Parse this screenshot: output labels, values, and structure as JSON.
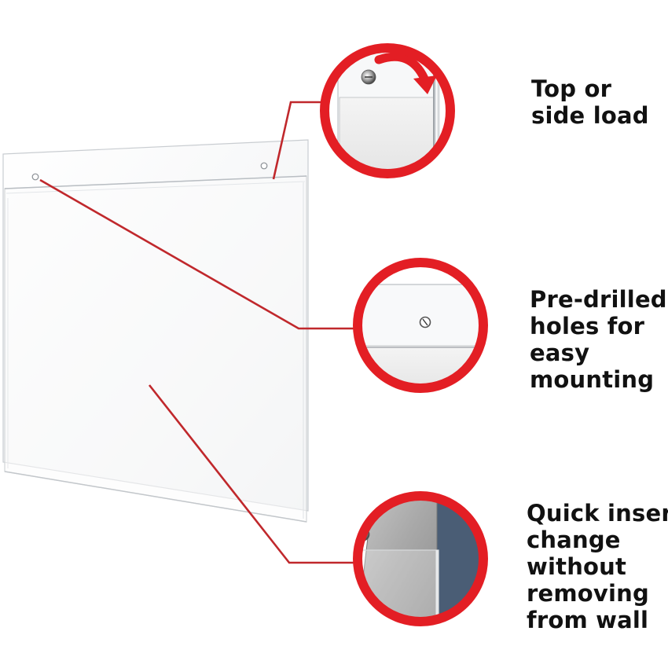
{
  "features": [
    {
      "id": "top-side-load",
      "lines": [
        "Top or",
        "side load"
      ]
    },
    {
      "id": "pre-drilled-holes",
      "lines": [
        "Pre-drilled",
        "holes for",
        "easy",
        "mounting"
      ]
    },
    {
      "id": "quick-insert-change",
      "lines": [
        "Quick insert",
        "change",
        "without",
        "removing",
        "from wall"
      ]
    }
  ],
  "colors": {
    "accent_red": "#e31e24",
    "leader_line": "#c0282c",
    "insert_panel": "#4a5d75",
    "text": "#111111",
    "background": "#ffffff"
  },
  "icons": [
    "curved-arrow-icon",
    "screw-icon"
  ]
}
